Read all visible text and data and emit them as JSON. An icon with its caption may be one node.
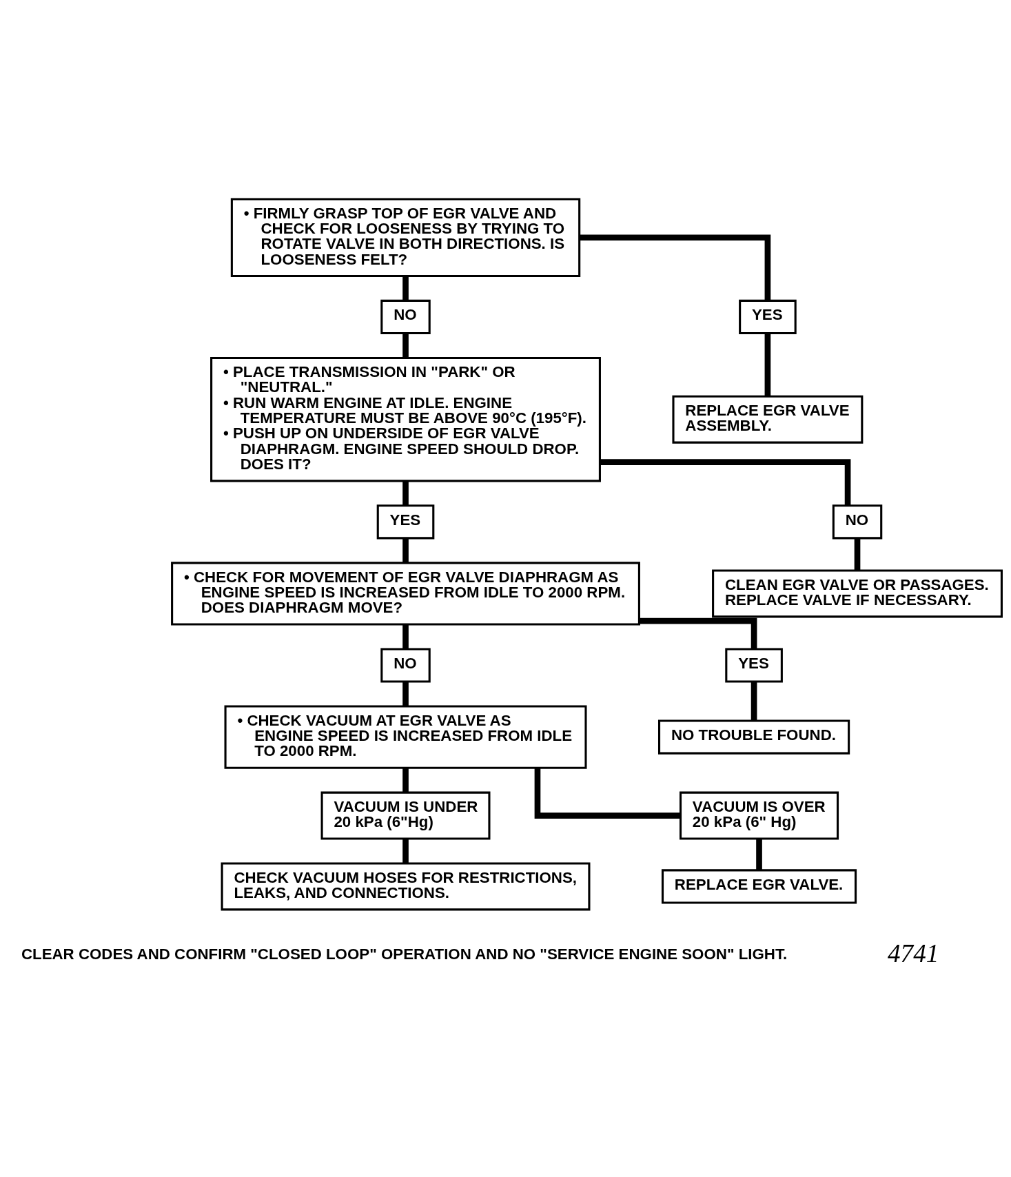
{
  "diagram": {
    "nodes": [
      {
        "text": [
          "• FIRMLY GRASP TOP OF EGR VALVE AND CHECK FOR LOOSENESS BY TRYING TO ROTATE VALVE IN BOTH DIRECTIONS. IS LOOSENESS FELT?"
        ]
      },
      {
        "text": [
          "NO"
        ]
      },
      {
        "text": [
          "YES"
        ]
      },
      {
        "text": [
          "• PLACE TRANSMISSION IN \"PARK\" OR \"NEUTRAL.\"",
          "• RUN WARM ENGINE AT IDLE. ENGINE TEMPERATURE MUST BE ABOVE 90°C (195°F).",
          "• PUSH UP ON UNDERSIDE OF EGR VALVE DIAPHRAGM. ENGINE SPEED SHOULD DROP. DOES IT?"
        ]
      },
      {
        "text": [
          "REPLACE EGR VALVE ASSEMBLY."
        ]
      },
      {
        "text": [
          "YES"
        ]
      },
      {
        "text": [
          "NO"
        ]
      },
      {
        "text": [
          "• CHECK FOR MOVEMENT OF EGR VALVE DIAPHRAGM AS ENGINE SPEED IS INCREASED FROM IDLE TO 2000 RPM. DOES DIAPHRAGM MOVE?"
        ]
      },
      {
        "text": [
          "CLEAN EGR VALVE OR PASSAGES. REPLACE VALVE IF NECESSARY."
        ]
      },
      {
        "text": [
          "NO"
        ]
      },
      {
        "text": [
          "YES"
        ]
      },
      {
        "text": [
          "• CHECK VACUUM AT EGR VALVE AS ENGINE SPEED IS INCREASED FROM IDLE TO 2000 RPM."
        ]
      },
      {
        "text": [
          "NO TROUBLE FOUND."
        ]
      },
      {
        "text": [
          "VACUUM IS UNDER 20 kPa (6\"Hg)"
        ]
      },
      {
        "text": [
          "VACUUM IS OVER 20 kPa (6\" Hg)"
        ]
      },
      {
        "text": [
          "CHECK VACUUM HOSES FOR RESTRICTIONS, LEAKS, AND CONNECTIONS."
        ]
      },
      {
        "text": [
          "REPLACE EGR VALVE."
        ]
      }
    ],
    "edges": [
      {
        "from": 0,
        "to": 1,
        "arrow": "none"
      },
      {
        "from": 0,
        "to": 2,
        "arrow": "none"
      },
      {
        "from": 1,
        "to": 3,
        "arrow": "none"
      },
      {
        "from": 2,
        "to": 4,
        "arrow": "none"
      },
      {
        "from": 3,
        "to": 5,
        "arrow": "none"
      },
      {
        "from": 3,
        "to": 6,
        "arrow": "none"
      },
      {
        "from": 5,
        "to": 7,
        "arrow": "none"
      },
      {
        "from": 6,
        "to": 8,
        "arrow": "none"
      },
      {
        "from": 7,
        "to": 9,
        "arrow": "none"
      },
      {
        "from": 7,
        "to": 10,
        "arrow": "none"
      },
      {
        "from": 9,
        "to": 11,
        "arrow": "none"
      },
      {
        "from": 10,
        "to": 12,
        "arrow": "none"
      },
      {
        "from": 11,
        "to": 13,
        "arrow": "none"
      },
      {
        "from": 11,
        "to": 14,
        "arrow": "none"
      },
      {
        "from": 13,
        "to": 15,
        "arrow": "none"
      },
      {
        "from": 14,
        "to": 16,
        "arrow": "none"
      }
    ],
    "labels": [
      "CLEAR CODES AND CONFIRM \"CLOSED LOOP\" OPERATION AND NO \"SERVICE ENGINE SOON\" LIGHT.",
      "4741"
    ]
  }
}
